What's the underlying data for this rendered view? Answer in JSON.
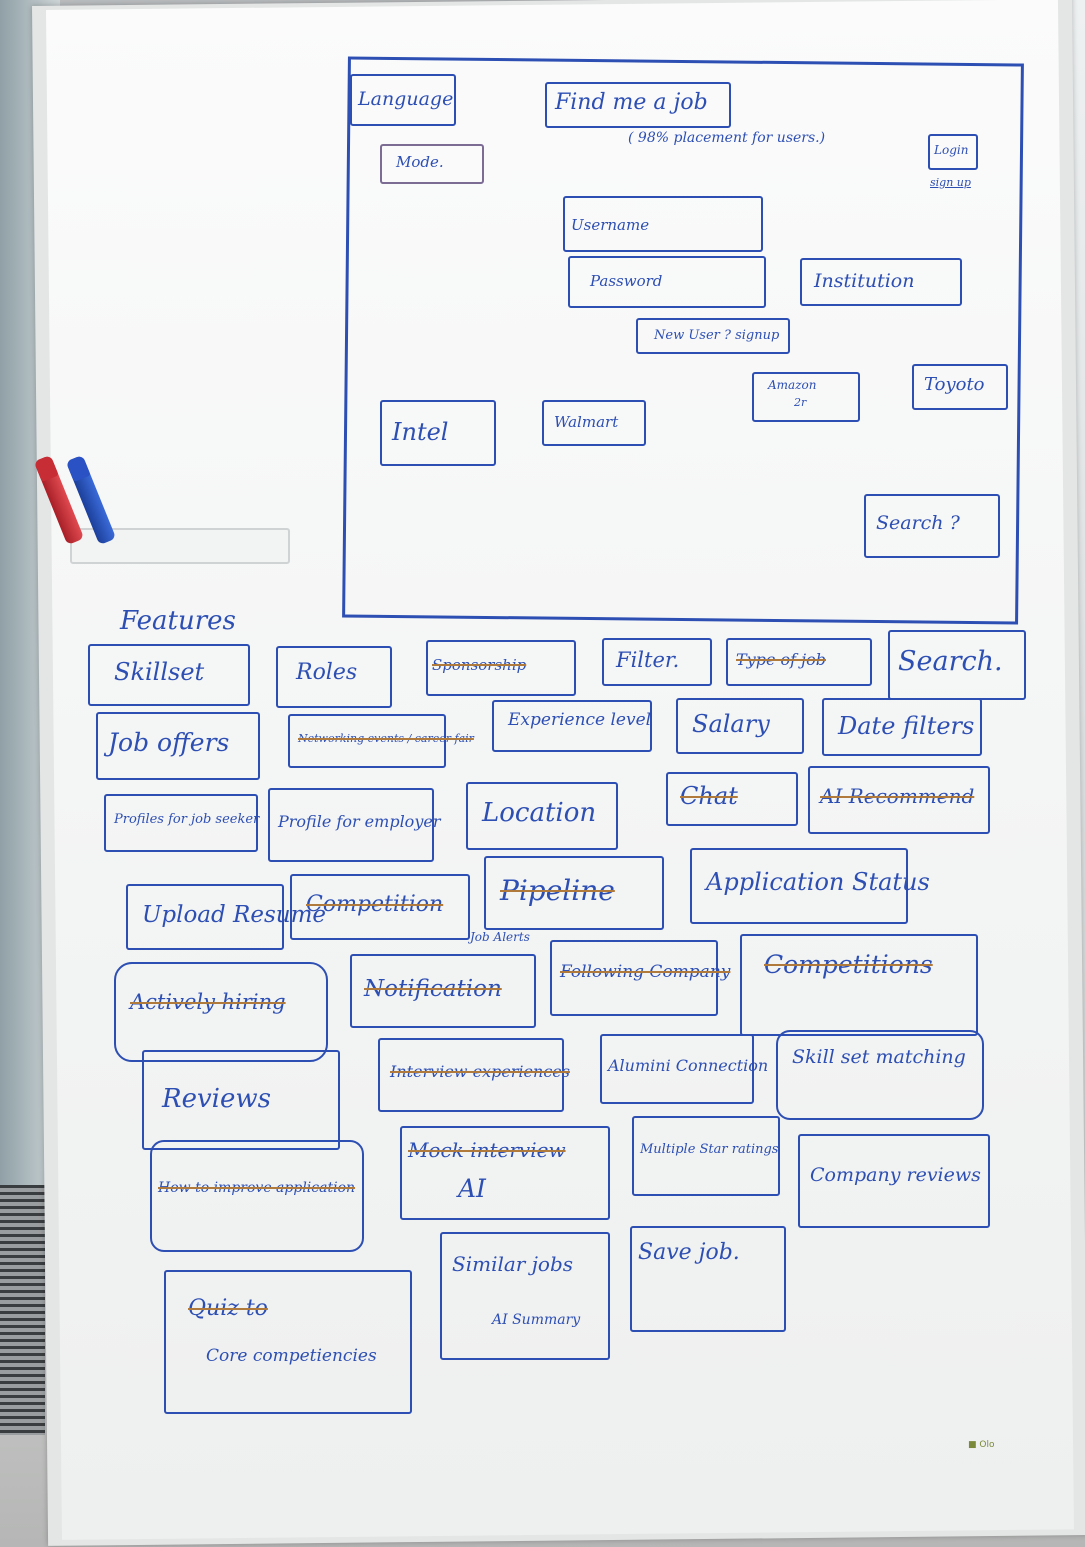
{
  "wireframe": {
    "language": "Language",
    "title": "Find me a job",
    "subtitle": "( 98% placement for users.)",
    "login": "Login",
    "signup": "sign up",
    "mode": "Mode.",
    "username": "Username",
    "password": "Password",
    "institution": "Institution",
    "new_user": "New User ? signup",
    "company_1": "Intel",
    "company_2": "Walmart",
    "company_3a": "Amazon",
    "company_3b": "2r",
    "company_4": "Toyoto",
    "search": "Search ?"
  },
  "features": {
    "heading": "Features",
    "items": [
      "Skillset",
      "Roles",
      "Sponsorship",
      "Filter.",
      "Type of job",
      "Search.",
      "Job offers",
      "Networking events / career fair",
      "Experience level",
      "Salary",
      "Date filters",
      "Profiles for job seeker",
      "Profile for employer",
      "Location",
      "Chat",
      "AI Recommend",
      "Upload Resume",
      "Competition",
      "Pipeline",
      "Application Status",
      "Job Alerts",
      "Actively hiring",
      "Notification",
      "Following Company",
      "Competitions",
      "Reviews",
      "Interview experiences",
      "Alumini Connection",
      "Skill set matching",
      "How to improve application",
      "Mock interview",
      "AI",
      "Multiple Star ratings",
      "Company reviews",
      "Similar jobs",
      "AI Summary",
      "Save job.",
      "Quiz to",
      "Core competiencies"
    ]
  },
  "colors": {
    "ink": "#2d4fb3",
    "strike": "#b07a3c"
  }
}
